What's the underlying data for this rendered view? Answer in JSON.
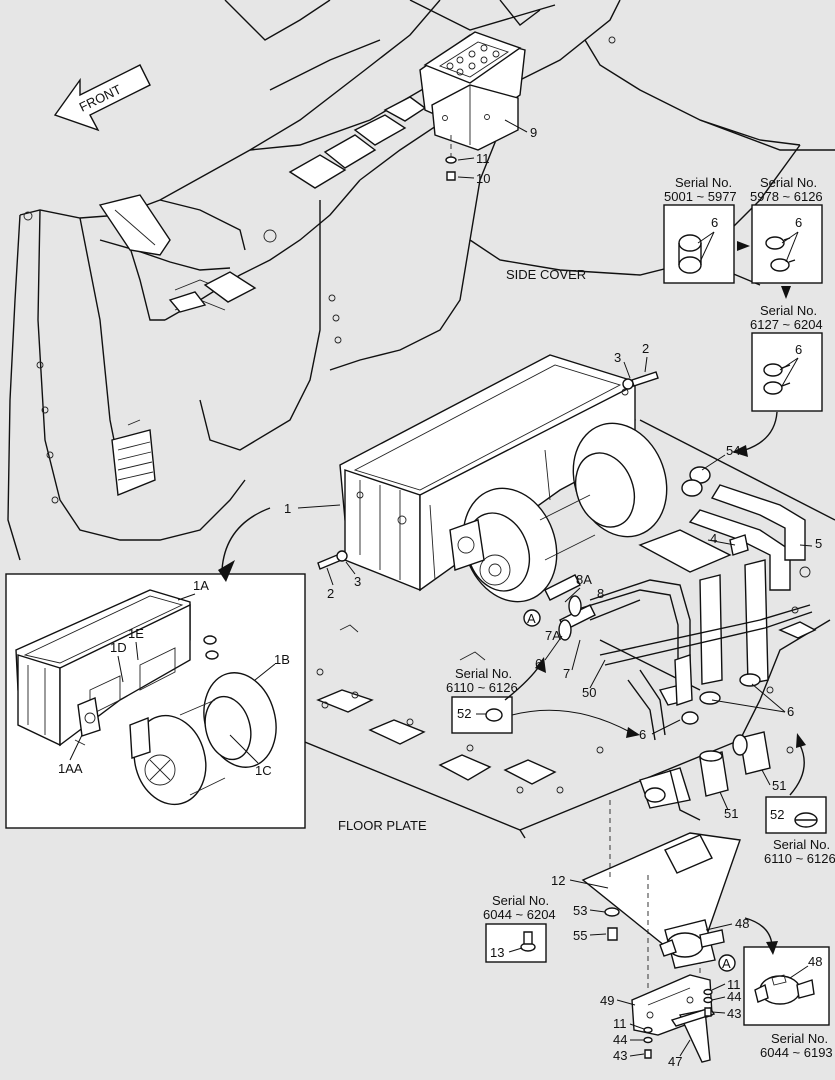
{
  "labels": {
    "front": "FRONT",
    "side_cover": "SIDE COVER",
    "floor_plate": "FLOOR PLATE"
  },
  "callouts": {
    "c1": "1",
    "c1A": "1A",
    "c1AA": "1AA",
    "c1B": "1B",
    "c1C": "1C",
    "c1D": "1D",
    "c1E": "1E",
    "c2a": "2",
    "c2b": "2",
    "c3a": "3",
    "c3b": "3",
    "c4": "4",
    "c5": "5",
    "c6a": "6",
    "c6b": "6",
    "c6c": "6",
    "c6d": "6",
    "c6e": "6",
    "c6f": "6",
    "c7": "7",
    "c7A": "7A",
    "c8": "8",
    "c8A": "8A",
    "c9": "9",
    "c10": "10",
    "c11a": "11",
    "c11b": "11",
    "c11c": "11",
    "c12": "12",
    "c13": "13",
    "c43a": "43",
    "c43b": "43",
    "c44a": "44",
    "c44b": "44",
    "c47": "47",
    "c48a": "48",
    "c48b": "48",
    "c49": "49",
    "c50": "50",
    "c51a": "51",
    "c51b": "51",
    "c52a": "52",
    "c52b": "52",
    "c53": "53",
    "c54": "54",
    "c55": "55",
    "markA1": "A",
    "markA2": "A"
  },
  "serials": {
    "s1_title": "Serial No.",
    "s1_range": "5001 ~ 5977",
    "s2_title": "Serial No.",
    "s2_range": "5978 ~ 6126",
    "s3_title": "Serial No.",
    "s3_range": "6127 ~ 6204",
    "s4_title": "Serial No.",
    "s4_range": "6110 ~ 6126",
    "s5_title": "Serial No.",
    "s5_range": "6110 ~ 6126",
    "s6_title": "Serial No.",
    "s6_range": "6044 ~ 6204",
    "s7_title": "Serial No.",
    "s7_range": "6044 ~ 6193"
  }
}
